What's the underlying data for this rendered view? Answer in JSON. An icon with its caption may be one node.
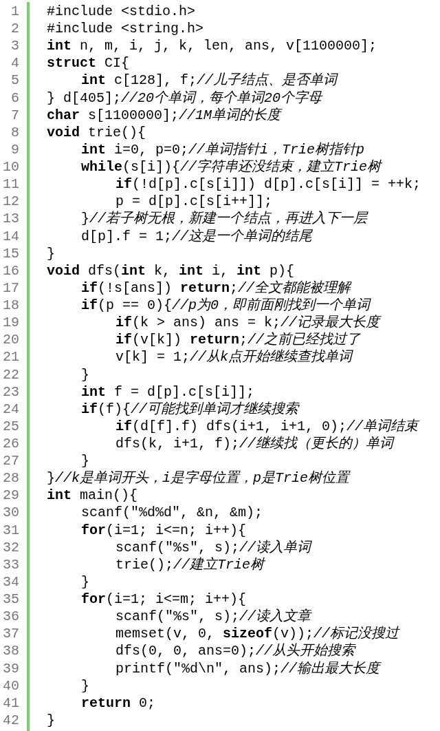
{
  "diagram": {
    "labels": [
      "1",
      "#include <stdio.h>",
      "2",
      "#include <string.h>",
      "3",
      "**int** n, m, i, j, k, len, ans, v[1100000];",
      "4",
      "**struct** CI{",
      "5",
      "**int** c[128], f;*//儿子结点、是否单词*",
      "6",
      "} d[405];*//20个单词，每个单词20个字母*",
      "7",
      "**char** s[1100000];*//1M单词的长度*",
      "8",
      "**void** trie(){",
      "9",
      "**int** i=0, p=0;*//单词指针i，Trie树指针p*",
      "10",
      "**while**(s[i]){*//字符串还没结束，建立Trie树*",
      "11",
      "**if**(!d[p].c[s[i]]) d[p].c[s[i]] = ++k;",
      "12",
      "p = d[p].c[s[i++]];",
      "13",
      "}*//若子树无根，新建一个结点，再进入下一层*",
      "14",
      "d[p].f = 1;*//这是一个单词的结尾*",
      "15",
      "}",
      "16",
      "**void** dfs(**int** k, **int** i, **int** p){",
      "17",
      "**if**(!s[ans]) **return**;*//全文都能被理解*",
      "18",
      "**if**(p == 0){*//p为0，即前面刚找到一个单词*",
      "19",
      "**if**(k > ans) ans = k;*//记录最大长度*",
      "20",
      "**if**(v[k]) **return**;*//之前已经找过了*",
      "21",
      "v[k] = 1;*//从k点开始继续查找单词*",
      "22",
      "}",
      "23",
      "**int** f = d[p].c[s[i]];",
      "24",
      "**if**(f){*//可能找到单词才继续搜索*",
      "25",
      "**if**(d[f].f) dfs(i+1, i+1, 0);*//单词结束*",
      "26",
      "dfs(k, i+1, f);*//继续找（更长的）单词*",
      "27",
      "}",
      "28",
      "}*//k是单词开头，i是字母位置，p是Trie树位置*",
      "29",
      "**int** main(){",
      "30",
      "scanf(\"%d%d\", &n, &m);",
      "31",
      "**for**(i=1; i<=n; i++){",
      "32",
      "scanf(\"%s\", s);*//读入单词*",
      "33",
      "trie();*//建立Trie树*",
      "34",
      "}",
      "35",
      "**for**(i=1; i<=m; i++){",
      "36",
      "scanf(\"%s\", s);*//读入文章*",
      "37",
      "memset(v, 0, **sizeof**(v));*//标记没搜过*",
      "38",
      "dfs(0, 0, ans=0);*//从头开始搜索*",
      "39",
      "printf(\"%d\\n\", ans);*//输出最大长度*",
      "40",
      "}",
      "41",
      "**return** 0;",
      "42",
      "}"
    ]
  }
}
